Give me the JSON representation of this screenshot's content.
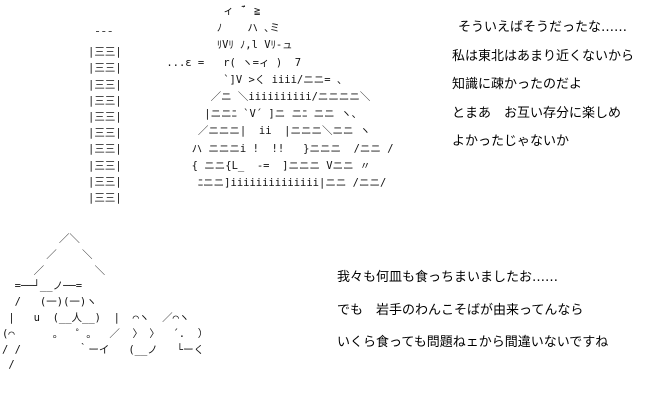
{
  "art": {
    "bowl_stack": " ̄ ̄ ̄\n|三三|\n|三三|\n|三三|\n|三三|\n|三三|\n|三三|\n|三三|\n|三三|\n|三三|\n|三三|",
    "figure": "          ィ ̄ ﾞ ≧\n         ﾉ    ハ ､ミ\n         ﾘVﾘ ﾉ,l Vﾘ-ュ\n ...ε =   r( ヽ=ィ )  7\n          `]V >く iiii/ニニ= 、\n        ／ニ ＼iiiiiiiiii/ニニニニ＼\n       |ニニﾆ `V´ ]ニ ニﾆ ニニ ヽ、\n      ／ニニニ|  ii  |ニニニ＼ニニ ヽ\n     ハ ニニニi !  !!   }ニニニ  /ニニ /\n     { ニニ{L_  -=  ]ニニニ Vニニ 〃\n      ﾆニニ]iiiiiiiiiiiiii|ニニ /ニニ/",
    "bowls": "         ／＼\n       ／    ＼\n     ／        ＼\n  =──┘__ノ──=\n  /   (一)(一)ヽ\n |   u  (__人__)  |  ⌒ヽ  ／⌒ヽ\n(⌒      。  ゜。  ／  〉 〉  ´.  ）\n/ /         ｀ーイ   (__ノ   └ーく\n /"
  },
  "dialogue_top": [
    "そういえばそうだったな……",
    "私は東北はあまり近くないから",
    "知識に疎かったのだよ",
    "とまあ　お互い存分に楽しめ",
    "よかったじゃないか"
  ],
  "dialogue_bottom": [
    "我々も何皿も食っちまいましたお……",
    "でも　岩手のわんこそばが由来ってんなら",
    "いくら食っても問題ねェから間違いないですね"
  ]
}
